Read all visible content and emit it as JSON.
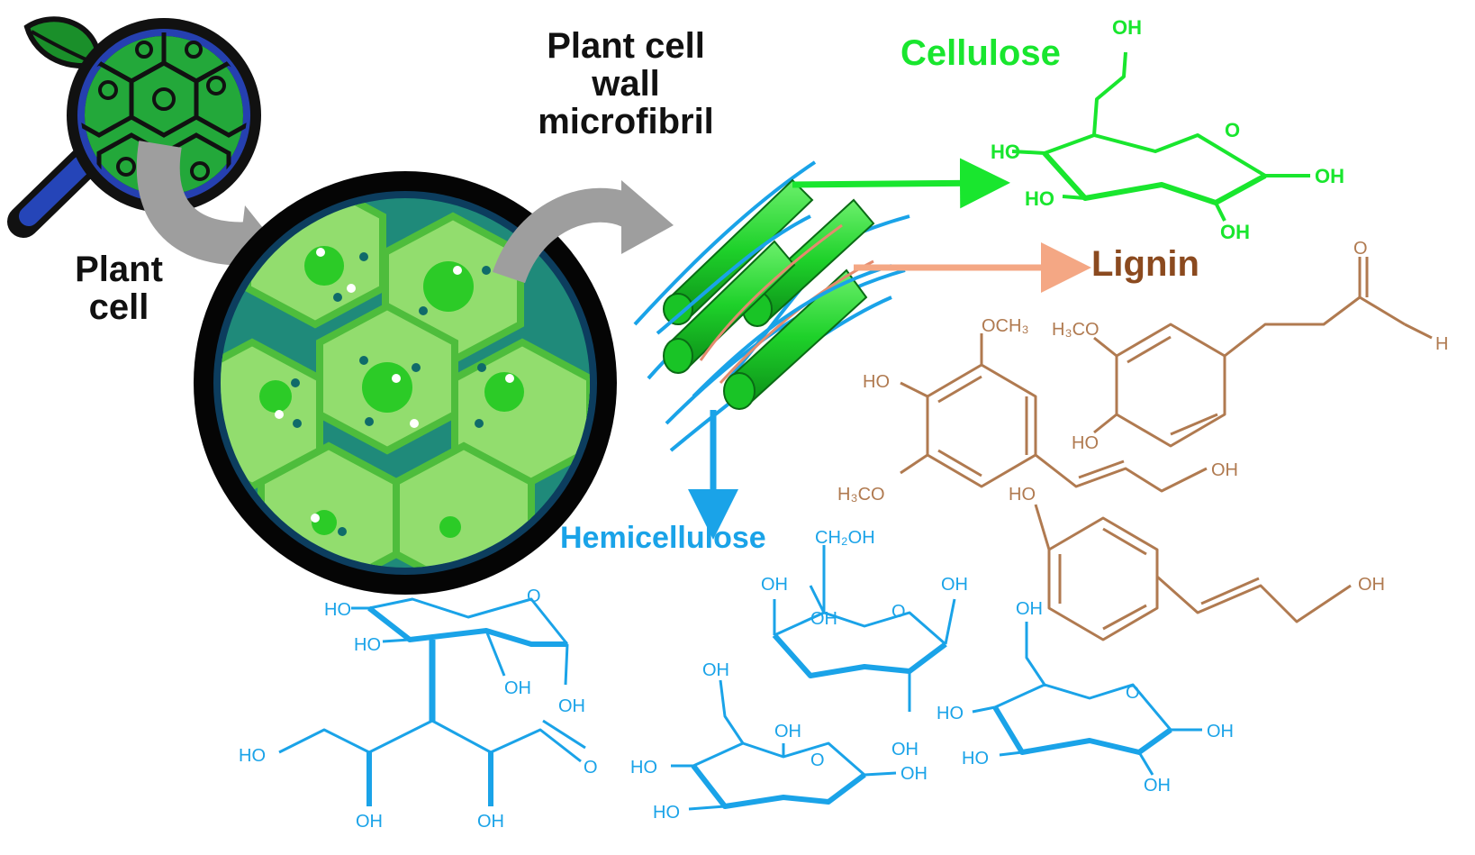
{
  "labels": {
    "plant_cell": "Plant\ncell",
    "microfibril": "Plant cell\nwall\nmicrofibril",
    "cellulose": "Cellulose",
    "lignin": "Lignin",
    "hemicellulose": "Hemicellulose"
  },
  "atoms": {
    "oh": "OH",
    "ho": "HO",
    "o": "O",
    "och3": "OCH₃",
    "h3co": "H₃CO",
    "h": "H",
    "ch2oh": "CH₂OH"
  },
  "colors": {
    "cellulose": "#19e62e",
    "lignin": "#b07a50",
    "lignin_label": "#8b4a1f",
    "lignin_arrow": "#f4a784",
    "hemicellulose": "#1aa3e8",
    "grey_arrow": "#9e9e9e",
    "ink": "#111111"
  }
}
